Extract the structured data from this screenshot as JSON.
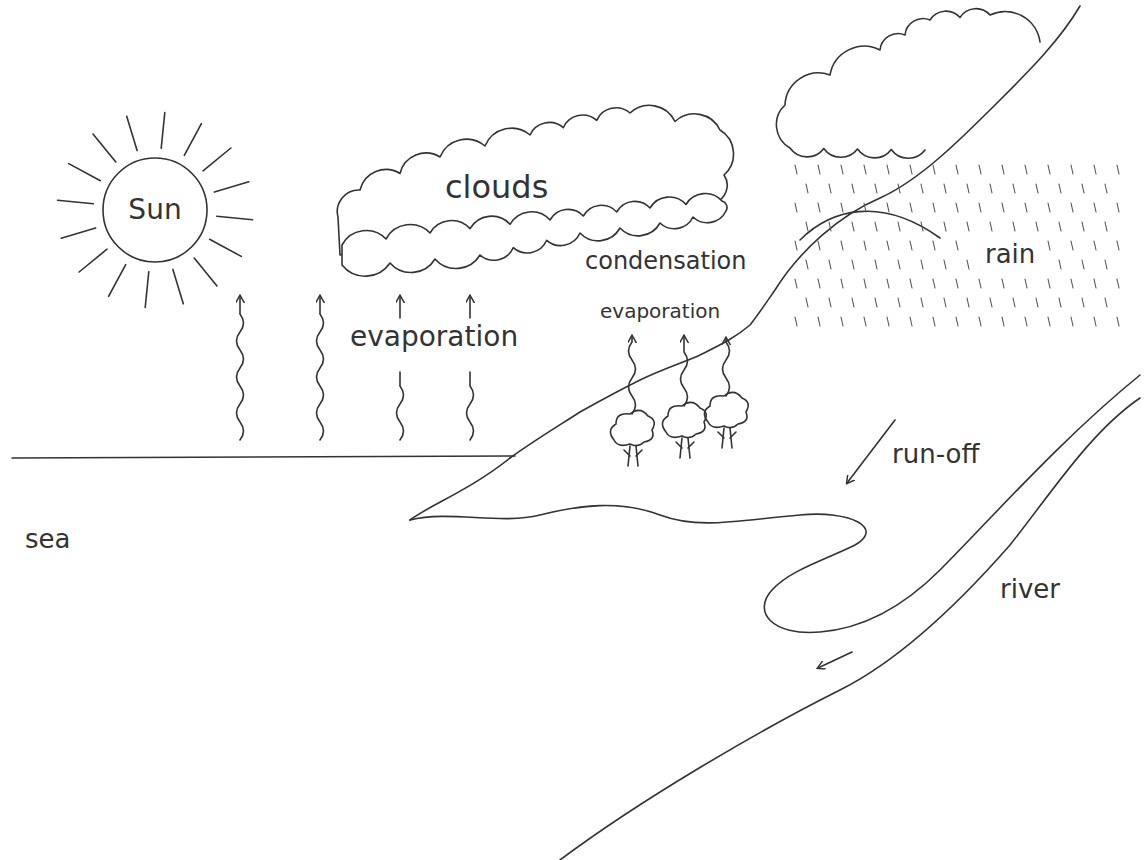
{
  "diagram": {
    "nodes": [
      {
        "text": [
          "Sun"
        ]
      },
      {
        "text": [
          "clouds"
        ]
      }
    ],
    "labels": [
      "condensation",
      "evaporation",
      "evaporation",
      "rain",
      "run-off",
      "river",
      "sea"
    ]
  }
}
